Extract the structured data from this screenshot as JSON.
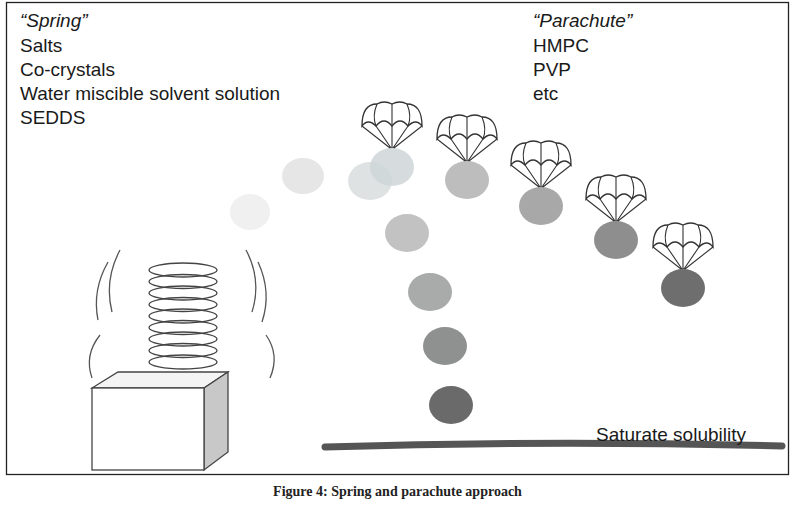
{
  "diagram": {
    "caption": "Figure 4: Spring and parachute approach",
    "labels": [
      "“Spring”",
      "Salts",
      "Co-crystals",
      "Water miscible solvent solution",
      "SEDDS",
      "“Parachute”",
      "HMPC",
      "PVP",
      "etc",
      "Saturate solubility"
    ]
  }
}
